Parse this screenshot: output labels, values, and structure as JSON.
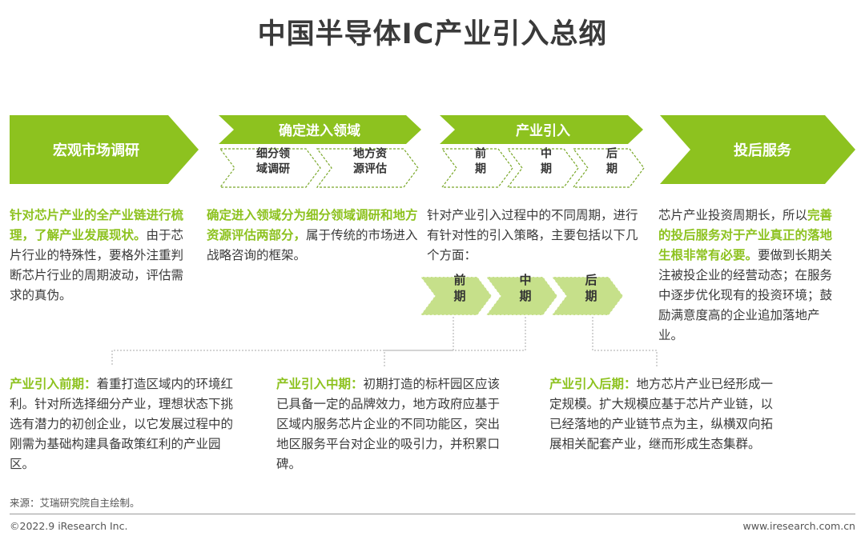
{
  "title": "中国半导体IC产业引入总纲",
  "colors": {
    "green": "#8dc21f",
    "light_green": "#c6e08a",
    "dashed_border": "#7aa82a",
    "title": "#3a3a3a"
  },
  "stages": [
    {
      "label": "宏观市场调研"
    },
    {
      "label": "确定进入领域",
      "sub": [
        "细分领\n域调研",
        "地方资\n源评估"
      ]
    },
    {
      "label": "产业引入",
      "sub": [
        "前\n期",
        "中\n期",
        "后\n期"
      ]
    },
    {
      "label": "投后服务"
    }
  ],
  "descriptions": {
    "stage1": {
      "highlight": "针对芯片产业的全产业链进行梳理，了解产业发展现状。",
      "rest": "由于芯片行业的特殊性，要格外注重判断芯片行业的周期波动，评估需求的真伪。"
    },
    "stage2": {
      "highlight": "确定进入领域分为细分领域调研和地方资源评估两部分，",
      "rest": "属于传统的市场进入战略咨询的框架。"
    },
    "stage3": {
      "text": "针对产业引入过程中的不同周期，进行有针对性的引入策略，主要包括以下几个方面："
    },
    "stage4": {
      "pre": "芯片产业投资周期长，所以",
      "highlight": "完善的投后服务对于产业真正的落地生根非常有必要。",
      "rest": "要做到长期关注被投企业的经营动态；在服务中逐步优化现有的投资环境；鼓励满意度高的企业追加落地产业。"
    }
  },
  "phases": [
    "前\n期",
    "中\n期",
    "后\n期"
  ],
  "phase_details": [
    {
      "head": "产业引入前期：",
      "body": "着重打造区域内的环境红利。针对所选择细分产业，理想状态下挑选有潜力的初创企业，以它发展过程中的刚需为基础构建具备政策红利的产业园区。"
    },
    {
      "head": "产业引入中期：",
      "body": "初期打造的标杆园区应该已具备一定的品牌效力，地方政府应基于区域内服务芯片企业的不同功能区，突出地区服务平台对企业的吸引力，并积累口碑。"
    },
    {
      "head": "产业引入后期：",
      "body": "地方芯片产业已经形成一定规模。扩大规模应基于芯片产业链，以已经落地的产业链节点为主，纵横双向拓展相关配套产业，继而形成生态集群。"
    }
  ],
  "source": "来源：艾瑞研究院自主绘制。",
  "copyright": "©2022.9 iResearch Inc.",
  "website": "www.iresearch.com.cn"
}
